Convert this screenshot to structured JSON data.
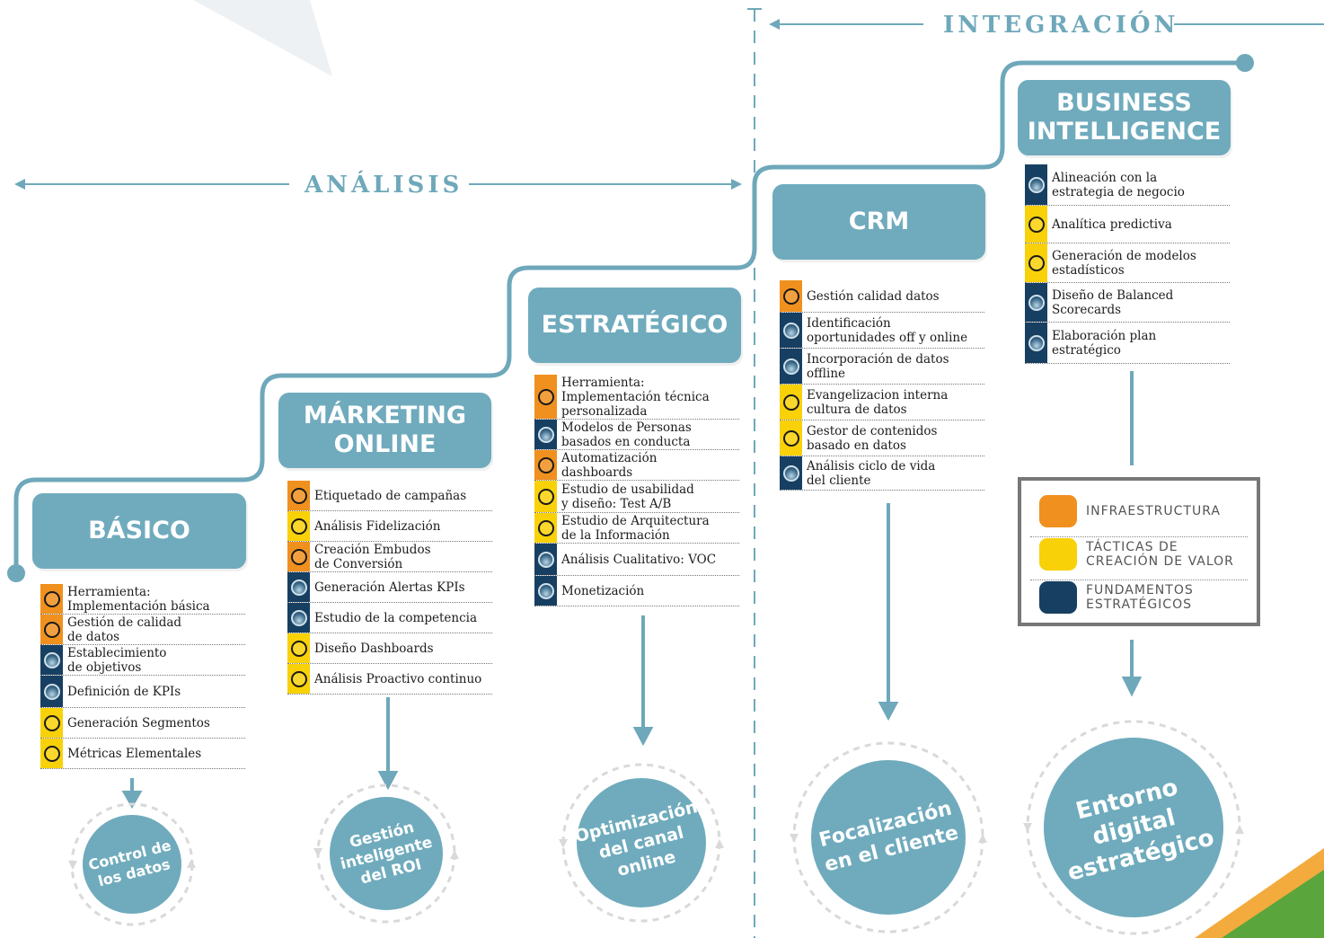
{
  "headings": {
    "analisis": "ANÁLISIS",
    "integracion": "INTEGRACIÓN"
  },
  "colors": {
    "teal": "#6fabbd",
    "orange": "#f0901e",
    "yellow": "#f8d108",
    "navy": "#173f62",
    "line": "#6ea8ba"
  },
  "stages": [
    {
      "title": "BÁSICO",
      "items": [
        {
          "text": "Herramienta:\nImplementación básica",
          "color": "orange"
        },
        {
          "text": "Gestión de calidad\nde datos",
          "color": "orange"
        },
        {
          "text": "Establecimiento\nde objetivos",
          "color": "navy"
        },
        {
          "text": "Definición de KPIs",
          "color": "navy"
        },
        {
          "text": "Generación Segmentos",
          "color": "yellow"
        },
        {
          "text": "Métricas Elementales",
          "color": "yellow"
        }
      ],
      "outcome": "Control de\nlos datos"
    },
    {
      "title": "MÁRKETING\nONLINE",
      "items": [
        {
          "text": "Etiquetado de campañas",
          "color": "orange"
        },
        {
          "text": "Análisis Fidelización",
          "color": "yellow"
        },
        {
          "text": "Creación Embudos\nde Conversión",
          "color": "orange"
        },
        {
          "text": "Generación Alertas KPIs",
          "color": "navy"
        },
        {
          "text": "Estudio de la competencia",
          "color": "navy"
        },
        {
          "text": "Diseño Dashboards",
          "color": "yellow"
        },
        {
          "text": "Análisis Proactivo continuo",
          "color": "yellow"
        }
      ],
      "outcome": "Gestión\ninteligente\ndel ROI"
    },
    {
      "title": "ESTRATÉGICO",
      "items": [
        {
          "text": "Herramienta:\nImplementación técnica\npersonalizada",
          "color": "orange"
        },
        {
          "text": "Modelos de Personas\nbasados en conducta",
          "color": "navy"
        },
        {
          "text": "Automatización\ndashboards",
          "color": "orange"
        },
        {
          "text": "Estudio de usabilidad\ny diseño: Test A/B",
          "color": "yellow"
        },
        {
          "text": "Estudio de Arquitectura\nde la Información",
          "color": "yellow"
        },
        {
          "text": "Análisis Cualitativo: VOC",
          "color": "navy"
        },
        {
          "text": "Monetización",
          "color": "navy"
        }
      ],
      "outcome": "Optimización\ndel canal\nonline"
    },
    {
      "title": "CRM",
      "items": [
        {
          "text": "Gestión calidad datos",
          "color": "orange"
        },
        {
          "text": "Identificación\noportunidades off y online",
          "color": "navy"
        },
        {
          "text": "Incorporación de datos\noffline",
          "color": "navy"
        },
        {
          "text": "Evangelizacion interna\ncultura de datos",
          "color": "yellow"
        },
        {
          "text": "Gestor de contenidos\nbasado en datos",
          "color": "yellow"
        },
        {
          "text": "Análisis ciclo de vida\ndel cliente",
          "color": "navy"
        }
      ],
      "outcome": "Focalización\nen el cliente"
    },
    {
      "title": "BUSINESS\nINTELLIGENCE",
      "items": [
        {
          "text": "Alineación con la\nestrategia de negocio",
          "color": "navy"
        },
        {
          "text": "Analítica predictiva",
          "color": "yellow"
        },
        {
          "text": "Generación de modelos\nestadísticos",
          "color": "yellow"
        },
        {
          "text": "Diseño de Balanced\nScorecards",
          "color": "navy"
        },
        {
          "text": "Elaboración plan\nestratégico",
          "color": "navy"
        }
      ],
      "outcome": "Entorno\ndigital\nestratégico"
    }
  ],
  "legend": [
    {
      "label": "INFRAESTRUCTURA",
      "color": "orange"
    },
    {
      "label": "TÁCTICAS DE\nCREACIÓN DE VALOR",
      "color": "yellow"
    },
    {
      "label": "FUNDAMENTOS\nESTRATÉGICOS",
      "color": "navy"
    }
  ]
}
